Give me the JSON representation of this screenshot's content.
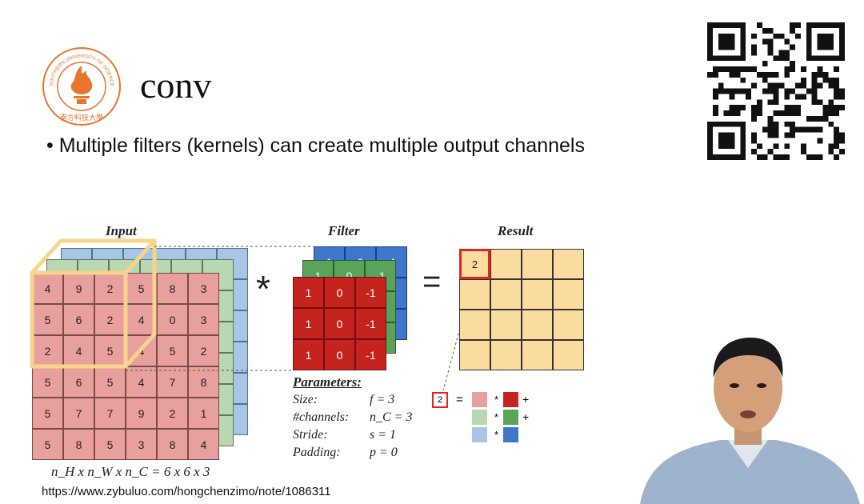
{
  "title": "conv",
  "bullet": "Multiple filters (kernels) can create multiple output channels",
  "logo": {
    "ring_text": "SOUTHERN UNIVERSITY OF SCIENCE AND TECHNOLOGY",
    "chinese_name": "南方科技大學"
  },
  "diagram": {
    "input_header": "Input",
    "filter_header": "Filter",
    "result_header": "Result",
    "operator_conv": "*",
    "operator_equals": "=",
    "input_front": [
      [
        "4",
        "9",
        "2",
        "5",
        "8",
        "3"
      ],
      [
        "5",
        "6",
        "2",
        "4",
        "0",
        "3"
      ],
      [
        "2",
        "4",
        "5",
        "4",
        "5",
        "2"
      ],
      [
        "5",
        "6",
        "5",
        "4",
        "7",
        "8"
      ],
      [
        "5",
        "7",
        "7",
        "9",
        "2",
        "1"
      ],
      [
        "5",
        "8",
        "5",
        "3",
        "8",
        "4"
      ]
    ],
    "filter_front": [
      [
        "1",
        "0",
        "-1"
      ],
      [
        "1",
        "0",
        "-1"
      ],
      [
        "1",
        "0",
        "-1"
      ]
    ],
    "filter_green_visible": [
      "1",
      "0",
      "-1"
    ],
    "filter_blue_visible": [
      "1",
      "0",
      "-1"
    ],
    "result_value": "2",
    "shape_label": "n_H x n_W x n_C = 6 x 6 x 3",
    "parameters": {
      "heading": "Parameters:",
      "rows": [
        {
          "label": "Size:",
          "value": "f = 3"
        },
        {
          "label": "#channels:",
          "value": "n_C = 3"
        },
        {
          "label": "Stride:",
          "value": "s = 1"
        },
        {
          "label": "Padding:",
          "value": "p = 0"
        }
      ]
    },
    "equation": {
      "value": "2",
      "equals": "=",
      "times": "*",
      "plus": "+"
    }
  },
  "url": "https://www.zybuluo.com/hongchenzimo/note/1086311",
  "colors": {
    "input_pink": "#e8a09f",
    "input_green": "#b9d7b0",
    "input_blue": "#a7c6e6",
    "filter_red": "#c4231e",
    "filter_green": "#5aa35a",
    "filter_blue": "#3e77cc",
    "result_yellow": "#fadd9e",
    "highlight_cube": "#f7d48c",
    "highlight_red": "#e0261e",
    "logo_orange": "#e8752b"
  }
}
